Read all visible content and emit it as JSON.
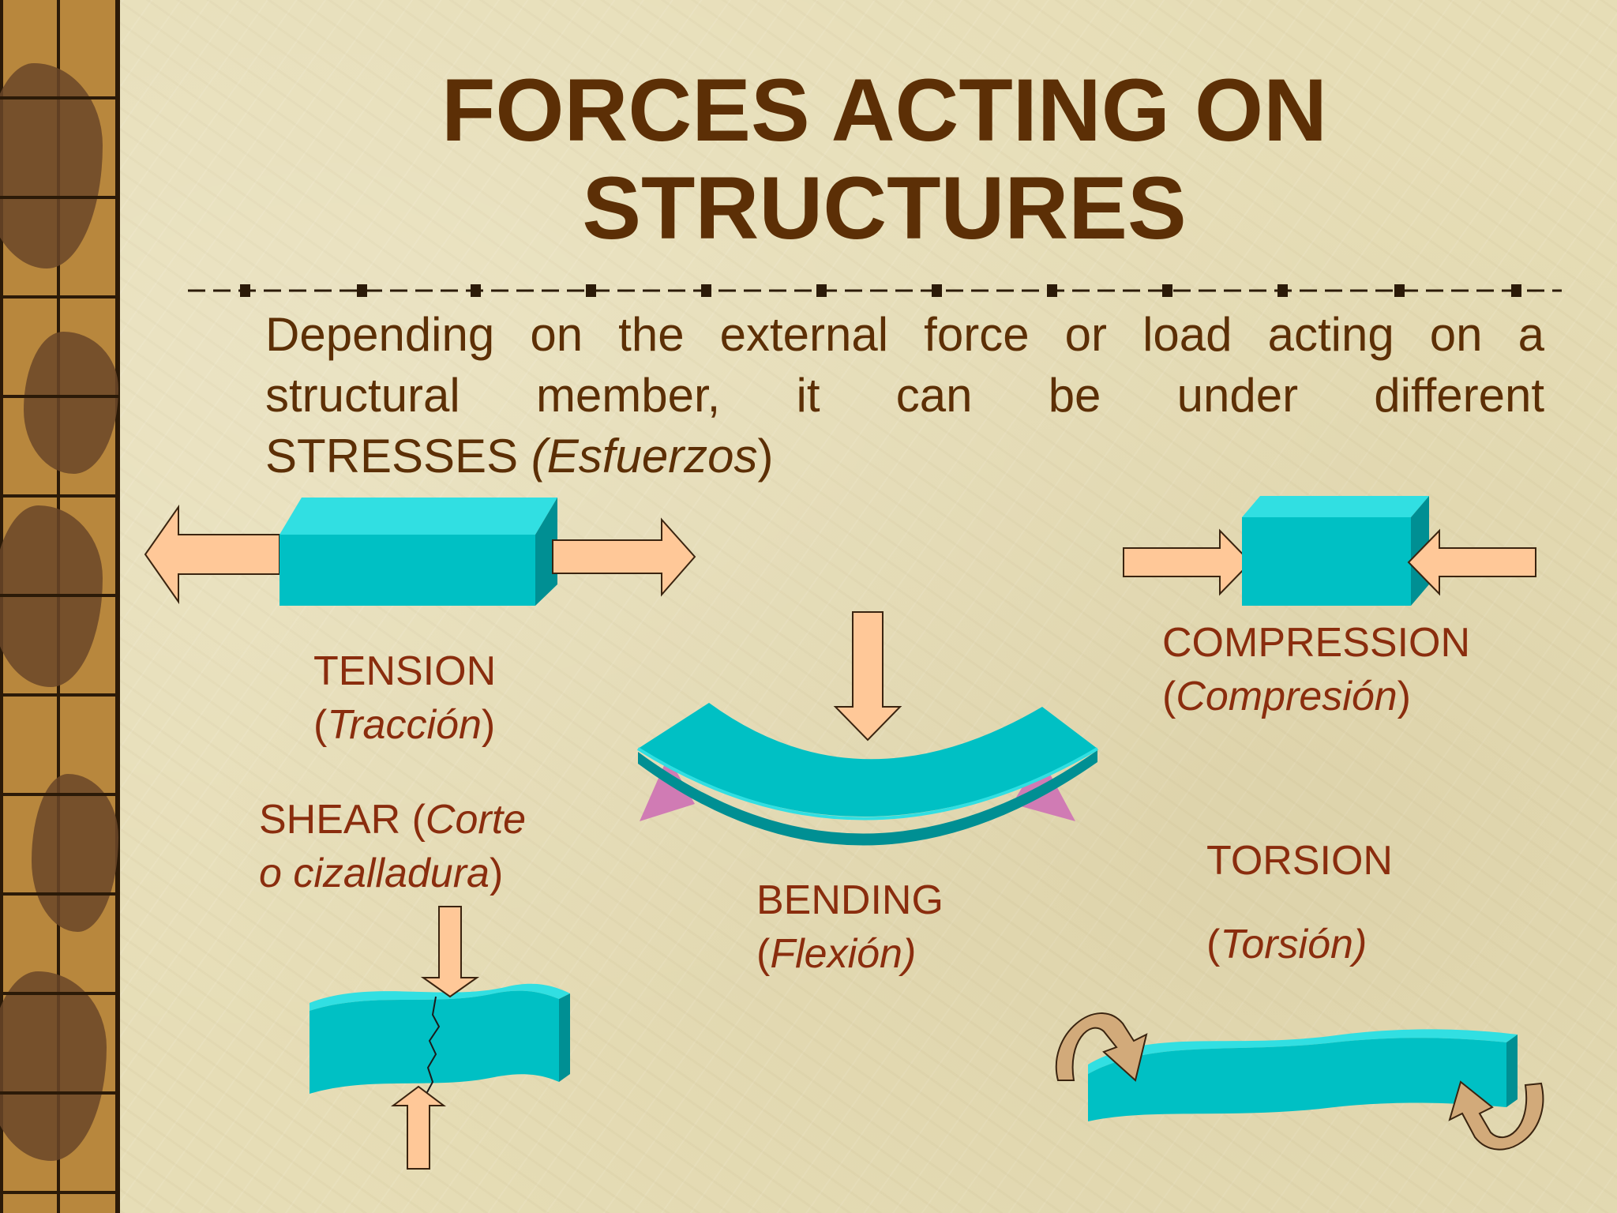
{
  "title": {
    "line1": "FORCES ACTING ON",
    "line2": "STRUCTURES"
  },
  "intro": {
    "line1": "Depending on the external force or load acting on a",
    "line2": "structural member, it can be under different",
    "line3_plain": "STRESSES ",
    "line3_italic": "(Esfuerzos",
    "line3_close": ")"
  },
  "labels": {
    "tension": {
      "name": "TENSION",
      "open": "(",
      "translation": "Tracción",
      "close": ")"
    },
    "compression": {
      "name": "COMPRESSION",
      "open": "(",
      "translation": "Compresión",
      "close": ")"
    },
    "shear": {
      "name_plain": "SHEAR (",
      "translation_1": "Corte",
      "translation_2": "o cizalladura",
      "close": ")"
    },
    "bending": {
      "name": "BENDING",
      "open": "(",
      "translation": "Flexión)",
      "close": ""
    },
    "torsion": {
      "name": "TORSION",
      "open": "(",
      "translation": "Torsión)",
      "close": ""
    }
  },
  "colors": {
    "title": "#5c2f06",
    "label": "#8a2d0e",
    "beam_front": "#00c0c4",
    "beam_top": "#31dfe2",
    "beam_side": "#008f93",
    "arrow_fill": "#ffc898",
    "support": "#d07bb4"
  }
}
